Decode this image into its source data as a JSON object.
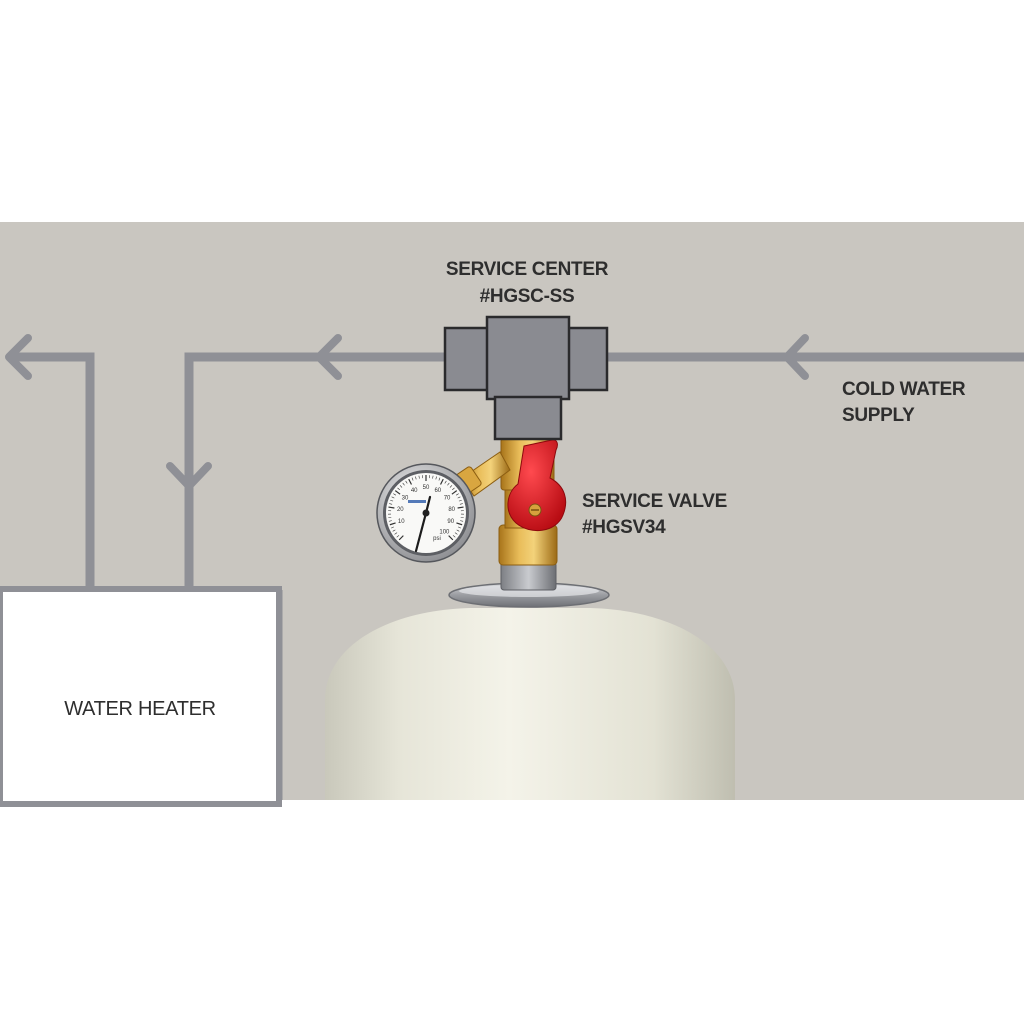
{
  "labels": {
    "service_center_line1": "SERVICE CENTER",
    "service_center_line2": "#HGSC-SS",
    "cold_water_line1": "COLD WATER",
    "cold_water_line2": "SUPPLY",
    "service_valve_line1": "SERVICE VALVE",
    "service_valve_line2": "#HGSV34",
    "water_heater": "WATER HEATER"
  },
  "gauge": {
    "scale_numbers": [
      "10",
      "20",
      "30",
      "40",
      "50",
      "60",
      "70",
      "80",
      "90",
      "100"
    ],
    "unit": "psi"
  },
  "colors": {
    "background_band": "#c9c6c0",
    "pipe": "#8f9096",
    "service_center_body": "#8a8b91",
    "valve_handle": "#d8161e",
    "brass": "#d6a23d",
    "tank": "#ecebdf"
  }
}
